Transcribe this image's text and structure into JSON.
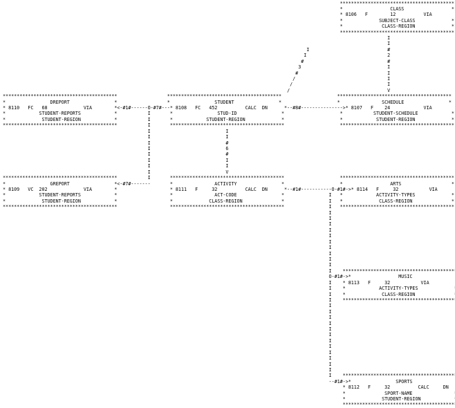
{
  "diagram": {
    "title": "IDMS Database Structure Diagram",
    "records": [
      {
        "name": "CLASS",
        "id": "8106",
        "type": "F",
        "length": "12",
        "location_mode": "VIA",
        "calc_key": "SUBJECT-CLASS",
        "area": "CLASS-REGION"
      },
      {
        "name": "DREPORT",
        "id": "8110",
        "type": "FC",
        "length": "68",
        "location_mode": "VIA",
        "calc_key": "STUDENT-REPORTS",
        "area": "STUDENT-REGION"
      },
      {
        "name": "STUDENT",
        "id": "8108",
        "type": "FC",
        "length": "452",
        "location_mode": "CALC",
        "duplicates": "DN",
        "calc_key": "STUD-ID",
        "area": "STUDENT-REGION"
      },
      {
        "name": "SCHEDULE",
        "id": "8107",
        "type": "F",
        "length": "24",
        "location_mode": "VIA",
        "calc_key": "STUDENT-SCHEDULE",
        "area": "STUDENT-REGION"
      },
      {
        "name": "GREPORT",
        "id": "8109",
        "type": "VC",
        "length": "202",
        "location_mode": "VIA",
        "calc_key": "STUDENT-REPORTS",
        "area": "STUDENT-REGION"
      },
      {
        "name": "ACTIVITY",
        "id": "8111",
        "type": "F",
        "length": "32",
        "location_mode": "CALC",
        "duplicates": "DN",
        "calc_key": "ACT-CODE",
        "area": "CLASS-REGION"
      },
      {
        "name": "ARTS",
        "id": "8114",
        "type": "F",
        "length": "32",
        "location_mode": "VIA",
        "calc_key": "ACTIVITY-TYPES",
        "area": "CLASS-REGION"
      },
      {
        "name": "MUSIC",
        "id": "8113",
        "type": "F",
        "length": "32",
        "location_mode": "VIA",
        "calc_key": "ACTIVITY-TYPES",
        "area": "CLASS-REGION"
      },
      {
        "name": "SPORTS",
        "id": "8112",
        "type": "F",
        "length": "32",
        "location_mode": "CALC",
        "duplicates": "DN",
        "calc_key": "SPORT-NAME",
        "area": "STUDENT-REGION"
      }
    ],
    "sets": [
      {
        "label": "#1#",
        "from": "STUDENT",
        "to": "DREPORT"
      },
      {
        "label": "#7#",
        "from": "STUDENT",
        "to": "GREPORT"
      },
      {
        "label": "#8#",
        "from": "STUDENT",
        "to": "SCHEDULE"
      },
      {
        "label": "#2#",
        "from": "CLASS",
        "to": "SCHEDULE"
      },
      {
        "label": "#3#",
        "from": "STUDENT",
        "to": "offpage"
      },
      {
        "label": "#6#",
        "from": "STUDENT",
        "to": "ACTIVITY"
      },
      {
        "label": "#1#",
        "from": "ACTIVITY",
        "to": "ARTS"
      },
      {
        "label": "#1#",
        "from": "ACTIVITY",
        "to": "MUSIC"
      },
      {
        "label": "#1#",
        "from": "ACTIVITY",
        "to": "SPORTS"
      }
    ],
    "lines": [
      "                                                                                                                          *****************************************",
      "                                                                                                                          *                 CLASS                 *",
      "                                                                                                                          * 8106   F        12          VIA         *",
      "                                                                                                                          *             SUBJECT-CLASS             *",
      "                                                                                                                          *              CLASS-REGION             *",
      "                                                                                                                          *****************************************",
      "                                                                                                                                           I",
      "                                                                                                                                           I",
      "                                                                                                              I                            #",
      "                                                                                                             I                             2",
      "                                                                                                            #                              #",
      "                                                                                                           3                               I",
      "                                                                                                          #                                I",
      "                                                                                                         /                                 I",
      "                                                                                                        /                                  I",
      "                                                                                                       /                                   V",
      " *****************************************                  *****************************************                    *****************************************",
      " *                DREPORT                *                  *                STUDENT                *                    *               SCHEDULE                *",
      " * 8110   FC   68             VIA        *<-#1#------O-#7#---* 8108   FC   452          CALC  DN      *--#8#--------------->* 8107   F    24            VIA          *",
      " *            STUDENT-REPORTS            *           I       *                STUD-ID                *                    *           STUDENT-SCHEDULE            *",
      " *             STUDENT-REGION            *           I       *            STUDENT-REGION             *                    *            STUDENT-REGION             *",
      " *****************************************           I       *****************************************                    *****************************************",
      "                                                     I                           I",
      "                                                     I                           I",
      "                                                     I                           #",
      "                                                     I                           6",
      "                                                     I                           #",
      "                                                     I                           I",
      "                                                     I                           I",
      "                                                     I                           V",
      " *****************************************           I       *****************************************                    *****************************************",
      " *                GREPORT                *<-#7#-------       *               ACTIVITY                *                    *                 ARTS                  *",
      " * 8109   VC  202             VIA        *                   * 8111   F     32          CALC  DN      *--#1#-----------O-#1#->* 8114   F     32           VIA          *",
      " *            STUDENT-REPORTS            *                   *               ACT-CODE                *                I   *            ACTIVITY-TYPES             *",
      " *             STUDENT-REGION            *                   *             CLASS-REGION              *                I   *             CLASS-REGION              *",
      " *****************************************                   *****************************************                I   *****************************************",
      "                                                                                                                      I",
      "                                                                                                                      I",
      "                                                                                                                      I",
      "                                                                                                                      I",
      "                                                                                                                      I",
      "                                                                                                                      I",
      "                                                                                                                      I",
      "                                                                                                                      I",
      "                                                                                                                      I",
      "                                                                                                                      I",
      "                                                                                                                      I    *****************************************",
      "                                                                                                                      O-#1#->*                 MUSIC                 *",
      "                                                                                                                      I    * 8113   F     32           VIA          *",
      "                                                                                                                      I    *            ACTIVITY-TYPES             *",
      "                                                                                                                      I    *             CLASS-REGION              *",
      "                                                                                                                      I    *****************************************",
      "                                                                                                                      I",
      "                                                                                                                      I",
      "                                                                                                                      I",
      "                                                                                                                      I",
      "                                                                                                                      I",
      "                                                                                                                      I",
      "                                                                                                                      I",
      "                                                                                                                      I",
      "                                                                                                                      I",
      "                                                                                                                      I",
      "                                                                                                                      I",
      "                                                                                                                      I",
      "                                                                                                                      I    *****************************************",
      "                                                                                                                      --#1#->*                SPORTS                 *",
      "                                                                                                                           * 8112   F     32          CALC     DN    *",
      "                                                                                                                           *              SPORT-NAME               *",
      "                                                                                                                           *             STUDENT-REGION            *",
      "                                                                                                                           *****************************************"
    ]
  }
}
